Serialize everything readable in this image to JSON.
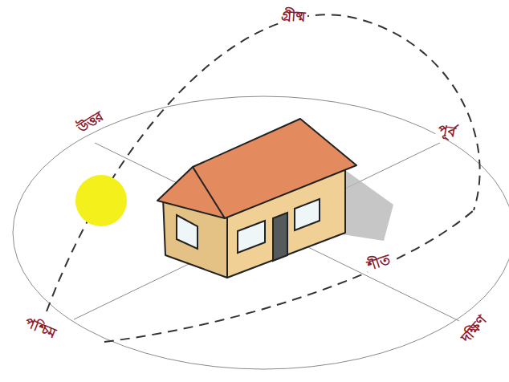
{
  "diagram": {
    "labels": [
      "গ্রীষ্ম",
      "উত্তর",
      "পূর্ব",
      "শীত",
      "পশ্চিম",
      "দক্ষিণ"
    ]
  }
}
